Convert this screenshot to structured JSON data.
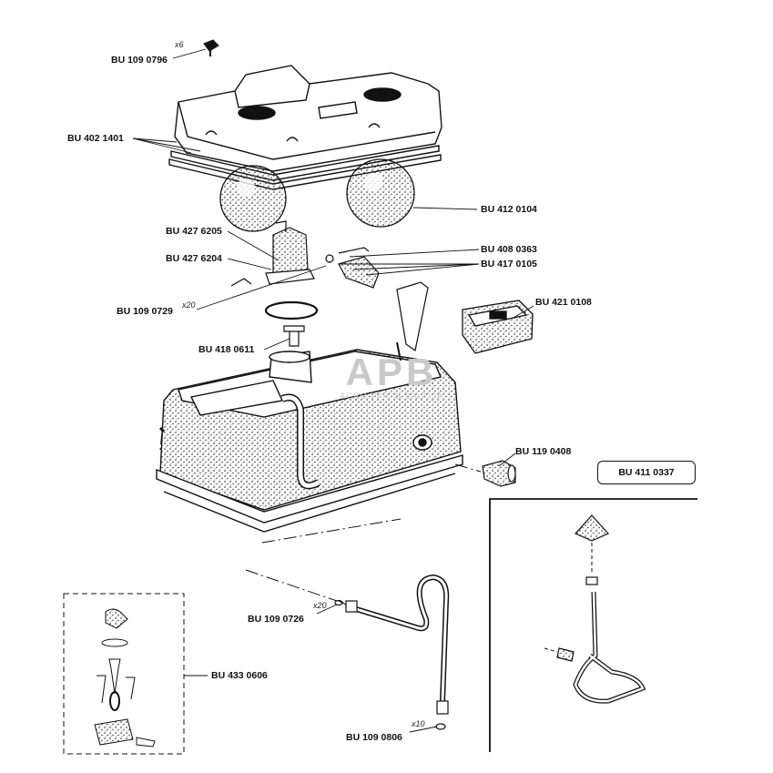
{
  "labels": {
    "bu1090796": "BU 109 0796",
    "bu4021401": "BU 402 1401",
    "bu4120104": "BU 412 0104",
    "bu4276205": "BU 427 6205",
    "bu4276204": "BU 427 6204",
    "bu4080363": "BU 408 0363",
    "bu4170105": "BU 417 0105",
    "bu1090729": "BU 109 0729",
    "bu4210108": "BU 421 0108",
    "bu4180611": "BU 418 0611",
    "bu1190408": "BU 119 0408",
    "bu4110337": "BU 411 0337",
    "bu1090726": "BU 109 0726",
    "bu4330606": "BU 433 0606",
    "bu1090806": "BU 109 0806"
  },
  "quantities": {
    "x6": "x6",
    "x20a": "x20",
    "x20b": "x20",
    "x10": "x10"
  },
  "watermark": {
    "logo": "APB",
    "text": "AGRO PARTS BALTIJA"
  }
}
